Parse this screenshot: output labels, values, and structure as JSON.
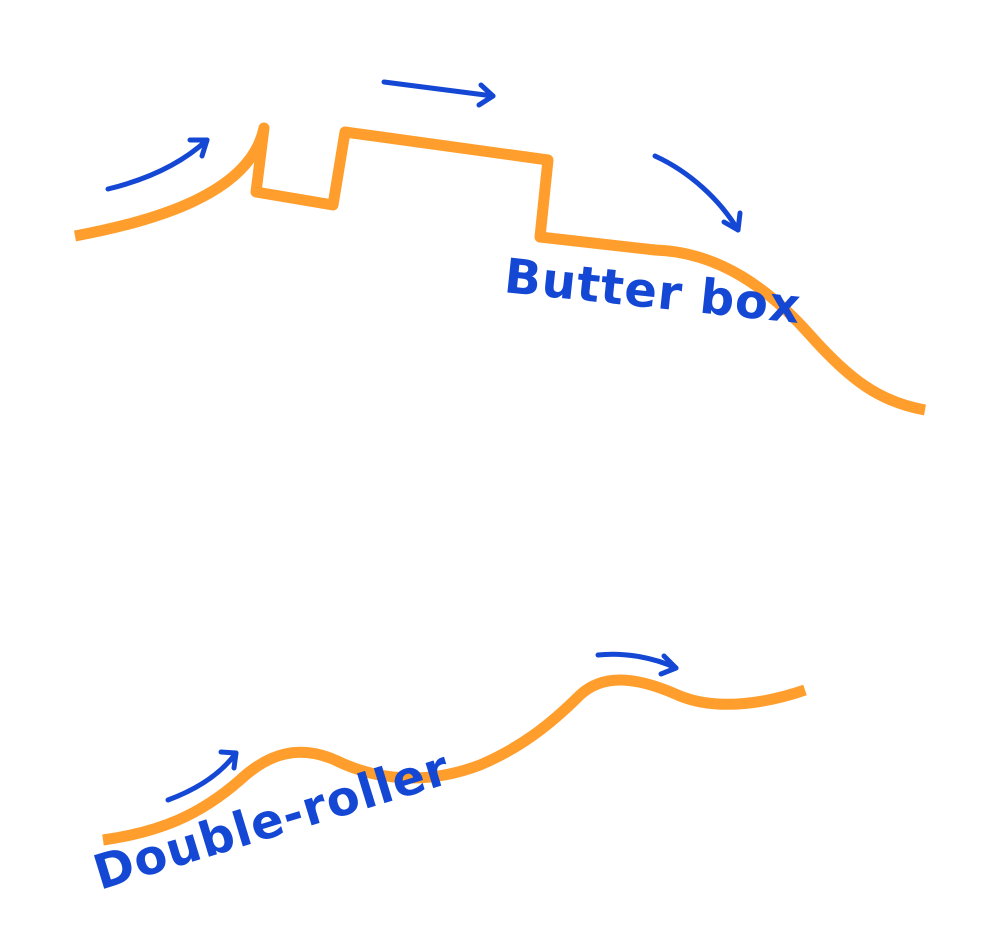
{
  "colors": {
    "terrain": "#FF9E2C",
    "arrow": "#1448D4",
    "label": "#1448D4",
    "background": "#FFFFFF"
  },
  "features": [
    {
      "id": "butter-box",
      "label": "Butter box"
    },
    {
      "id": "double-roller",
      "label": "Double-roller"
    }
  ]
}
